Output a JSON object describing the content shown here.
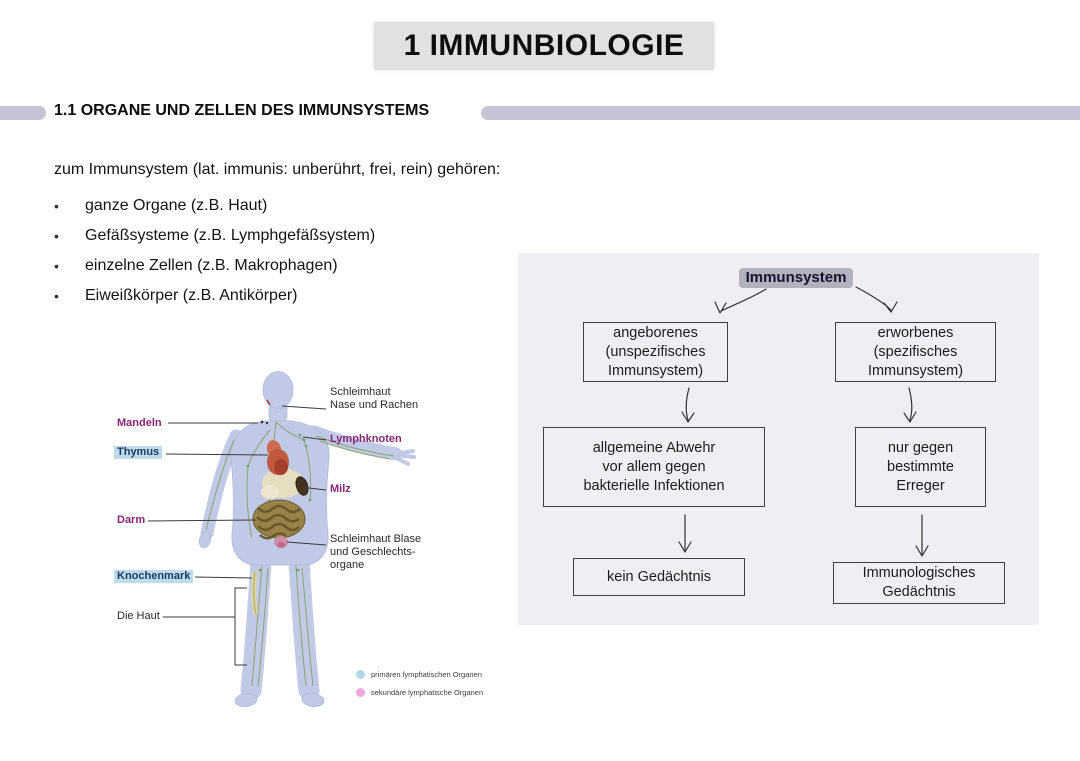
{
  "header": {
    "title": "1 IMMUNBIOLOGIE",
    "section": "1.1 ORGANE UND ZELLEN DES IMMUNSYSTEMS"
  },
  "content": {
    "intro": "zum Immunsystem (lat. immunis: unberührt, frei, rein) gehören:",
    "bullet_char": "•",
    "bullets": [
      "ganze Organe (z.B. Haut)",
      "Gefäßsysteme (z.B. Lymphgefäßsystem)",
      "einzelne Zellen (z.B. Makrophagen)",
      "Eiweißkörper (z.B. Antikörper)"
    ]
  },
  "anatomy": {
    "labels": {
      "mandeln": "Mandeln",
      "thymus": "Thymus",
      "darm": "Darm",
      "knochenmark": "Knochenmark",
      "die_haut": "Die Haut",
      "lymphknoten": "Lymphknoten",
      "milz": "Milz",
      "schleimhaut_nase": [
        "Schleimhaut",
        "Nase und Rachen"
      ],
      "schleimhaut_blase": [
        "Schleimhaut Blase",
        "und Geschlechts-",
        "organe"
      ]
    },
    "legend": [
      {
        "swatch": "primary-blue-dot",
        "label": "primären lymphatischen Organen"
      },
      {
        "swatch": "secondary-pink-dot",
        "label": "sekundäre lymphatische Organen"
      }
    ]
  },
  "flowchart": {
    "root": "Immunsystem",
    "innate": [
      "angeborenes",
      "(unspezifisches",
      "Immunsystem)"
    ],
    "acquired": [
      "erworbenes",
      "(spezifisches",
      "Immunsystem)"
    ],
    "innate_function": [
      "allgemeine Abwehr",
      "vor allem gegen",
      "bakterielle Infektionen"
    ],
    "acquired_function": [
      "nur gegen",
      "bestimmte",
      "Erreger"
    ],
    "innate_memory": [
      "kein Gedächtnis"
    ],
    "acquired_memory": [
      "Immunologisches",
      "Gedächtnis"
    ]
  },
  "colors": {
    "accent_bar": "#c6c3d6",
    "title_bg": "#e1e1e3",
    "panel_bg": "#efeef2",
    "root_highlight": "#b2b2bf",
    "magenta_label": "#8b2578",
    "blue_highlight": "#bcdcec",
    "legend_blue": "#aed9ea",
    "legend_pink": "#f2a6dc",
    "body_silhouette": "#bdc8e5"
  }
}
